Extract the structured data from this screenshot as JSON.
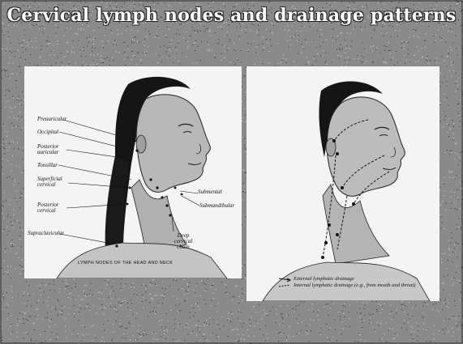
{
  "slide": {
    "title": "Cervical lymph nodes and drainage patterns"
  },
  "left_figure": {
    "labels": {
      "preauricular": "Preauricular",
      "occipital": "Occipital",
      "posterior_auricular": "Posterior auricular",
      "tonsillar": "Tonsillar",
      "superficial_cervical": "Superficial cervical",
      "posterior_cervical": "Posterior cervical",
      "supraclavicular": "Supraclavicular",
      "submental": "Submental",
      "submandibular": "Submandibular",
      "deep_cervical_chain": "Deep cervical chain"
    },
    "caption": "LYMPH NODES OF THE HEAD AND NECK"
  },
  "right_figure": {
    "legend": {
      "external": "External lymphatic drainage",
      "internal": "Internal lymphatic drainage (e.g., from mouth and throat)"
    }
  },
  "colors": {
    "slide_background": "#7a7a7a",
    "panel_background": "#f4f4f4",
    "title_text": "#ffffff",
    "ink": "#111111"
  }
}
